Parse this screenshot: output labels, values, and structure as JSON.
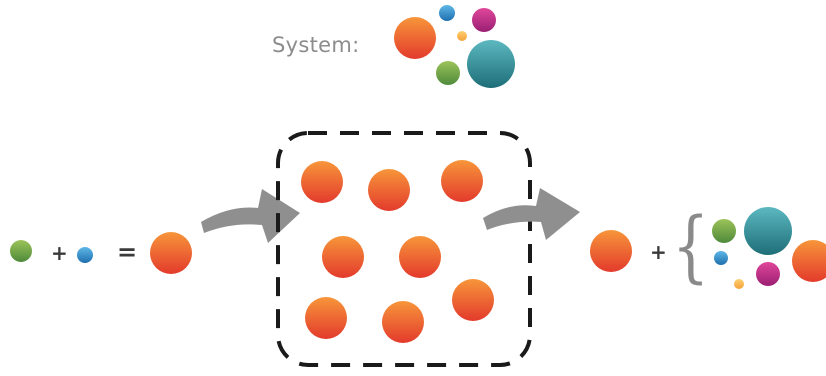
{
  "system": {
    "label": "System:"
  },
  "operators": {
    "plus_left": "+",
    "equals": "=",
    "plus_right": "+",
    "brace": "{"
  },
  "colors": {
    "orange_top": "#f7963a",
    "orange_bottom": "#e33a2c",
    "teal_top": "#5cb8c0",
    "teal_bottom": "#1e6e78",
    "green_top": "#9cc35a",
    "green_bottom": "#4e8a3a",
    "blue_top": "#5fb8e8",
    "blue_bottom": "#1f6fae",
    "magenta_top": "#e0479a",
    "magenta_bottom": "#9a1f73",
    "yellow_top": "#ffd070",
    "yellow_bottom": "#f5a23a",
    "arrow": "#8f8f8f",
    "dashed_border": "#1a1a1a"
  },
  "icons": {
    "arrow_1": "curved-arrow-right",
    "arrow_2": "curved-arrow-right",
    "brace": "left-curly-brace"
  }
}
